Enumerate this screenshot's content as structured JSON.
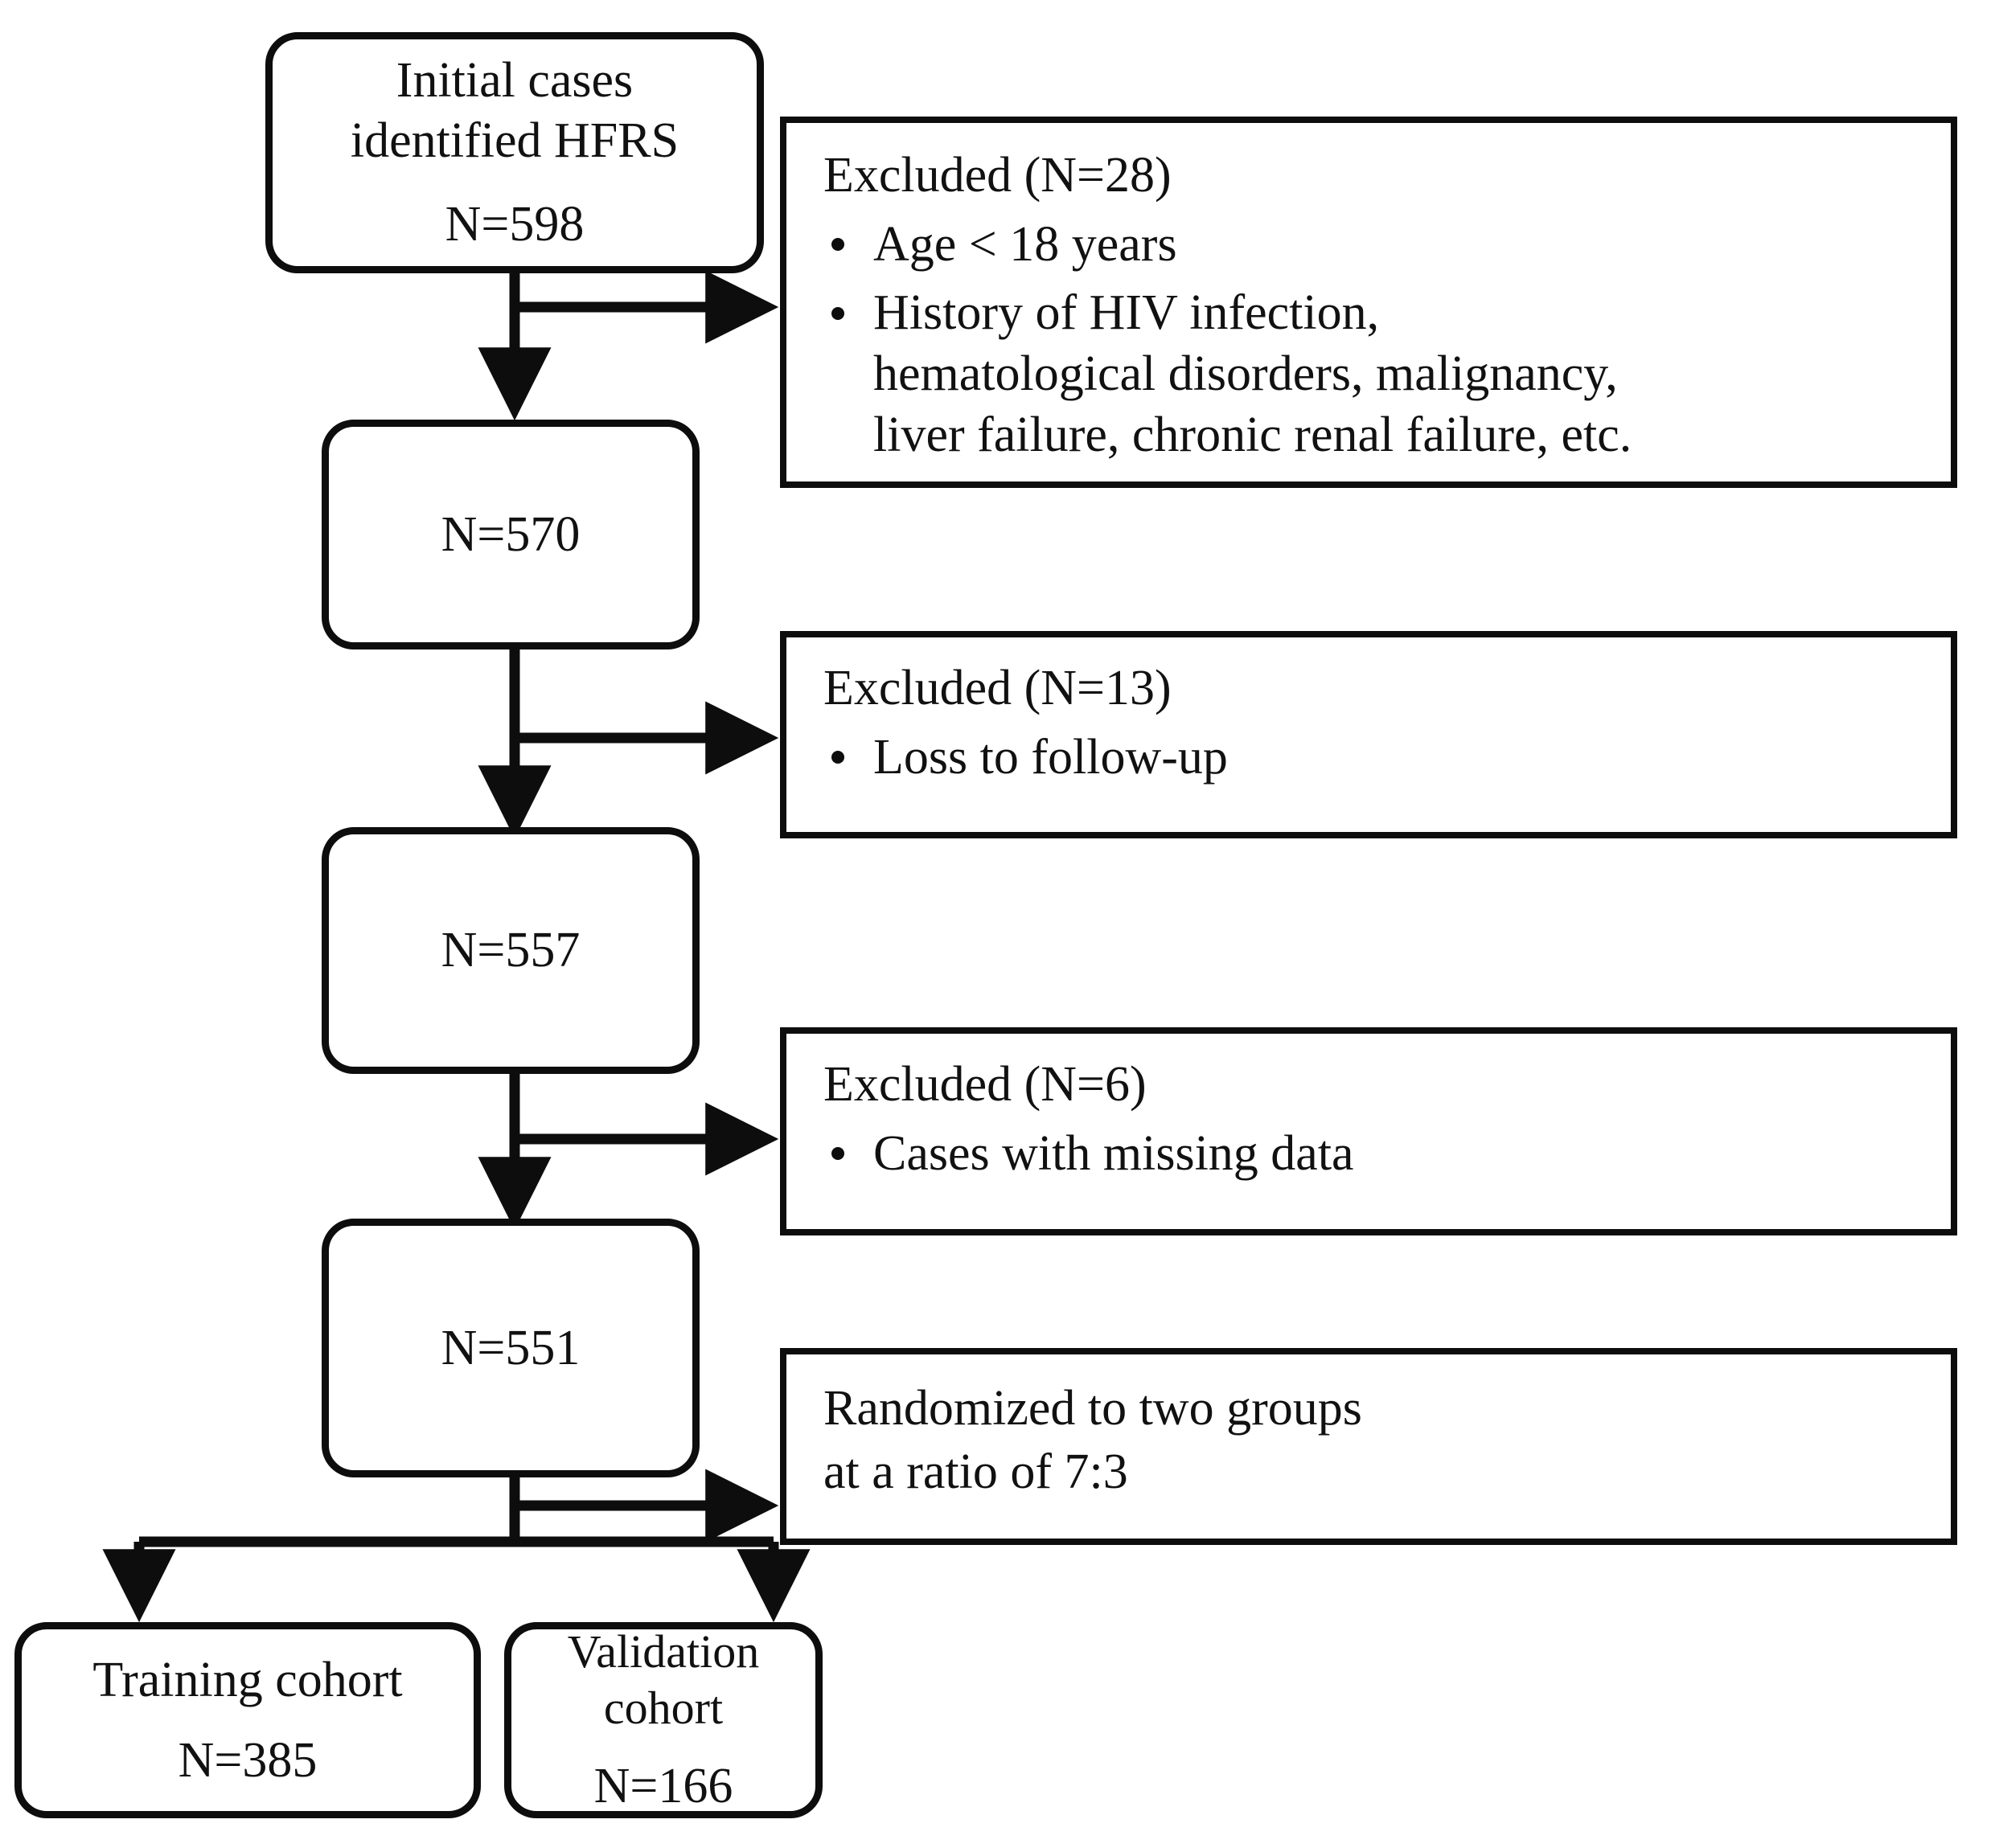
{
  "diagram": {
    "title": "HFRS study cohort selection flowchart",
    "stroke_color": "#0d0d0d",
    "background_color": "#ffffff"
  },
  "nodes": {
    "initial": {
      "line1": "Initial cases",
      "line2": "identified HFRS",
      "count": "N=598"
    },
    "after_exclusion_1": {
      "count": "N=570"
    },
    "after_exclusion_2": {
      "count": "N=557"
    },
    "after_exclusion_3": {
      "count": "N=551"
    },
    "training_cohort": {
      "label": "Training cohort",
      "count": "N=385"
    },
    "validation_cohort": {
      "label": "Validation cohort",
      "count": "N=166"
    }
  },
  "panels": {
    "exclusion_1": {
      "heading": "Excluded (N=28)",
      "items": [
        {
          "line1": "Age < 18 years"
        },
        {
          "line1": "History of  HIV infection,",
          "line2": "hematological disorders, malignancy,",
          "line3": "liver failure, chronic renal failure, etc."
        }
      ]
    },
    "exclusion_2": {
      "heading": "Excluded (N=13)",
      "items": [
        {
          "line1": "Loss to follow-up"
        }
      ]
    },
    "exclusion_3": {
      "heading": "Excluded (N=6)",
      "items": [
        {
          "line1": "Cases with missing data"
        }
      ]
    },
    "randomization": {
      "line1": "Randomized to two groups",
      "line2": "at a ratio of 7:3"
    }
  }
}
